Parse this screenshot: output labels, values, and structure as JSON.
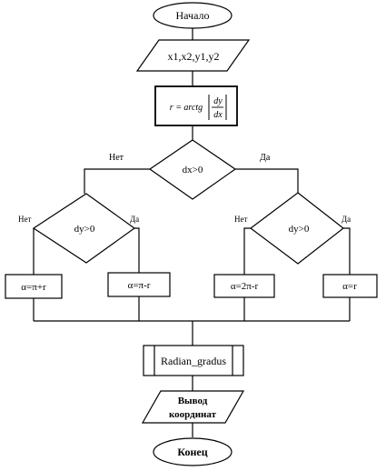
{
  "flowchart": {
    "start": "Начало",
    "input": "x1,x2,y1,y2",
    "formula": {
      "lhs": "r = arctg",
      "num": "dy",
      "den": "dx"
    },
    "cond_dx": "dx>0",
    "cond_dy_left": "dy>0",
    "cond_dy_right": "dy>0",
    "no": "Нет",
    "yes": "Да",
    "proc_left_no": "α=π+r",
    "proc_left_yes": "α=π-r",
    "proc_right_no": "α=2π-r",
    "proc_right_yes": "α=r",
    "subroutine": "Radian_gradus",
    "output_line1": "Вывод",
    "output_line2": "координат",
    "end": "Конец"
  }
}
